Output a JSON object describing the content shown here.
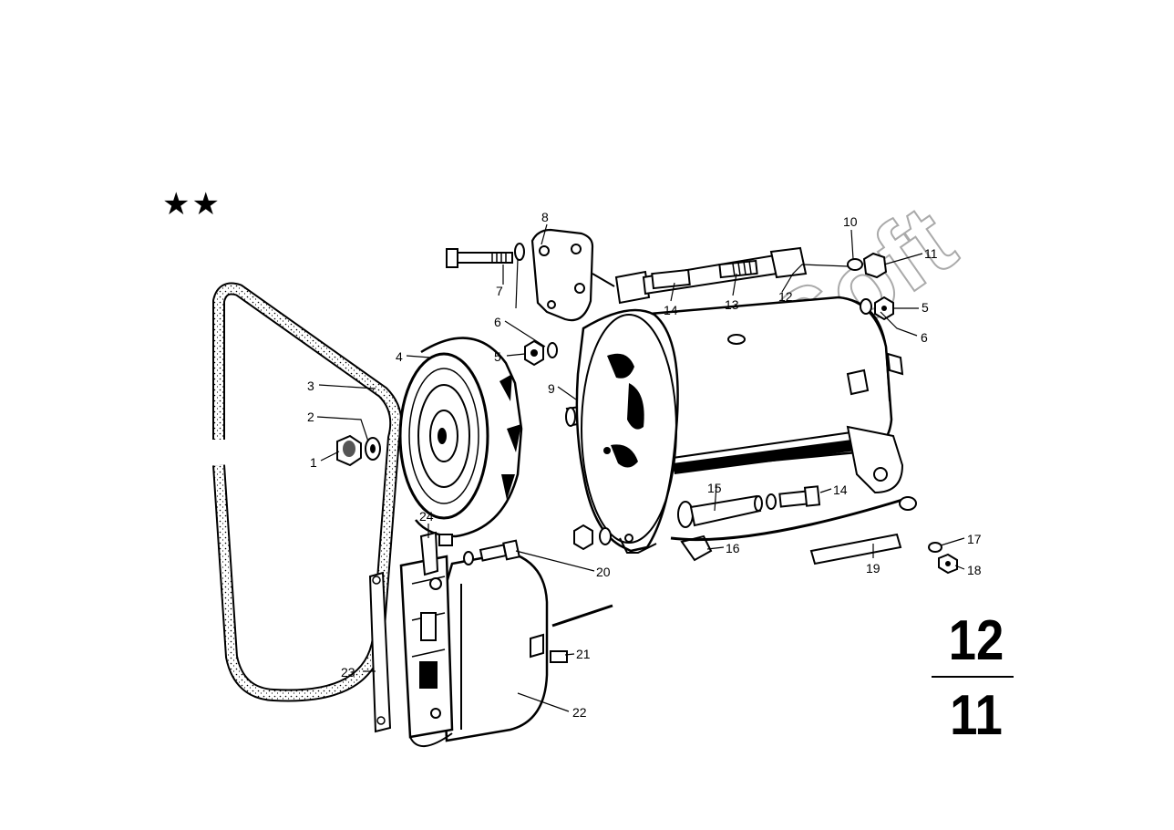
{
  "watermark": "AutoSoft",
  "marker": "★★",
  "group": {
    "main": "12",
    "sub": "11"
  },
  "callouts": [
    {
      "id": "c1",
      "text": "1"
    },
    {
      "id": "c2",
      "text": "2"
    },
    {
      "id": "c3",
      "text": "3"
    },
    {
      "id": "c4",
      "text": "4"
    },
    {
      "id": "c5a",
      "text": "5"
    },
    {
      "id": "c5b",
      "text": "5"
    },
    {
      "id": "c6a",
      "text": "6"
    },
    {
      "id": "c6b",
      "text": "6"
    },
    {
      "id": "c7",
      "text": "7"
    },
    {
      "id": "c8",
      "text": "8"
    },
    {
      "id": "c9",
      "text": "9"
    },
    {
      "id": "c10",
      "text": "10"
    },
    {
      "id": "c11",
      "text": "11"
    },
    {
      "id": "c12",
      "text": "12"
    },
    {
      "id": "c13",
      "text": "13"
    },
    {
      "id": "c14a",
      "text": "14"
    },
    {
      "id": "c14b",
      "text": "14"
    },
    {
      "id": "c15",
      "text": "15"
    },
    {
      "id": "c16",
      "text": "16"
    },
    {
      "id": "c17",
      "text": "17"
    },
    {
      "id": "c18",
      "text": "18"
    },
    {
      "id": "c19",
      "text": "19"
    },
    {
      "id": "c20",
      "text": "20"
    },
    {
      "id": "c21",
      "text": "21"
    },
    {
      "id": "c22",
      "text": "22"
    },
    {
      "id": "c23",
      "text": "23"
    },
    {
      "id": "c24",
      "text": "24"
    }
  ]
}
